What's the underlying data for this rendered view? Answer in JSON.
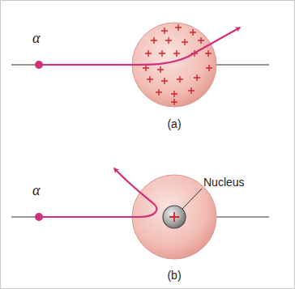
{
  "diagram": {
    "labels": [
      "α",
      "(a)",
      "α",
      "Nucleus",
      "(b)"
    ]
  }
}
